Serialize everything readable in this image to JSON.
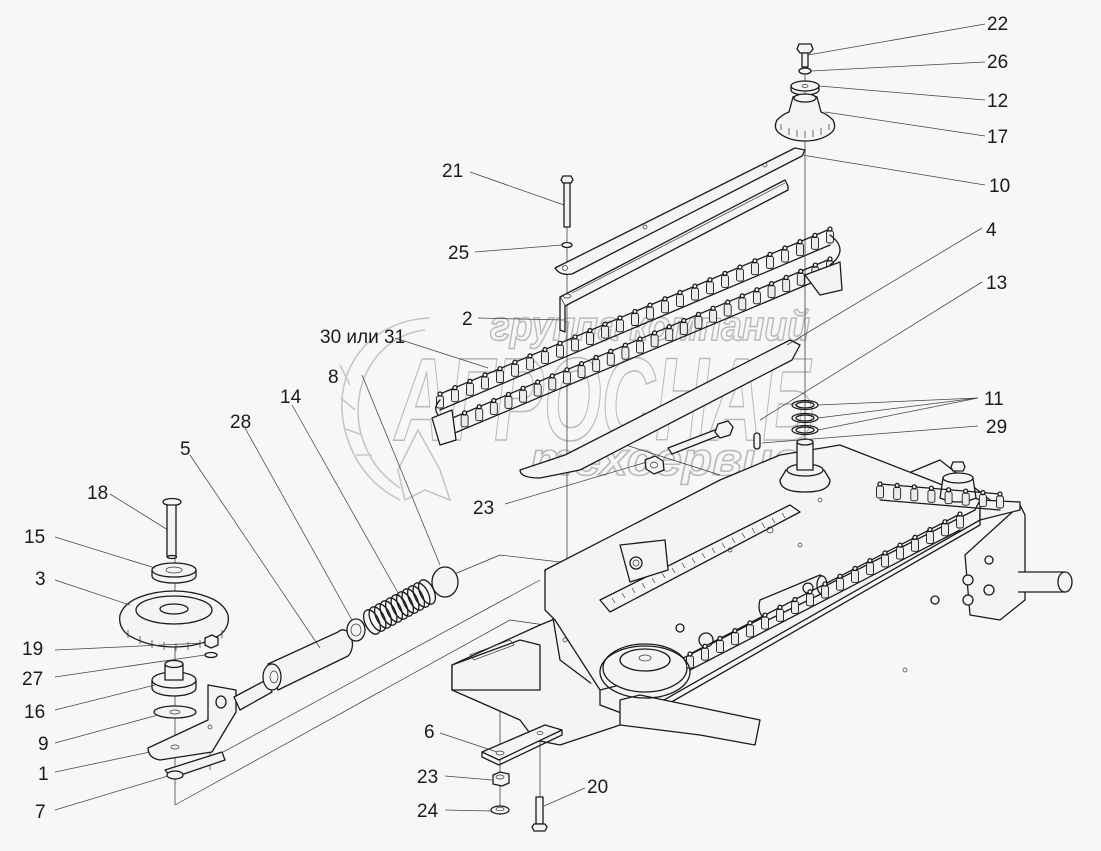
{
  "diagram": {
    "type": "exploded-assembly-drawing",
    "subject": "chain conveyor assembly",
    "background_color": "#f7f8f6",
    "line_color": "#1a1a1a"
  },
  "watermark": {
    "line1": "группа компаний",
    "line2": "АГРОСНАБ",
    "line3": "техсервис",
    "color": "#b8bcb8"
  },
  "callouts": [
    {
      "id": "c22",
      "label": "22"
    },
    {
      "id": "c26",
      "label": "26"
    },
    {
      "id": "c12",
      "label": "12"
    },
    {
      "id": "c17",
      "label": "17"
    },
    {
      "id": "c10",
      "label": "10"
    },
    {
      "id": "c21",
      "label": "21"
    },
    {
      "id": "c25",
      "label": "25"
    },
    {
      "id": "c4",
      "label": "4"
    },
    {
      "id": "c13",
      "label": "13"
    },
    {
      "id": "c2",
      "label": "2"
    },
    {
      "id": "c30",
      "label": "30 или 31"
    },
    {
      "id": "c8",
      "label": "8"
    },
    {
      "id": "c11",
      "label": "11"
    },
    {
      "id": "c29",
      "label": "29"
    },
    {
      "id": "c14",
      "label": "14"
    },
    {
      "id": "c28",
      "label": "28"
    },
    {
      "id": "c5",
      "label": "5"
    },
    {
      "id": "c23a",
      "label": "23"
    },
    {
      "id": "c18",
      "label": "18"
    },
    {
      "id": "c15",
      "label": "15"
    },
    {
      "id": "c3",
      "label": "3"
    },
    {
      "id": "c19",
      "label": "19"
    },
    {
      "id": "c27",
      "label": "27"
    },
    {
      "id": "c16",
      "label": "16"
    },
    {
      "id": "c9",
      "label": "9"
    },
    {
      "id": "c1",
      "label": "1"
    },
    {
      "id": "c7",
      "label": "7"
    },
    {
      "id": "c6",
      "label": "6"
    },
    {
      "id": "c23b",
      "label": "23"
    },
    {
      "id": "c24",
      "label": "24"
    },
    {
      "id": "c20",
      "label": "20"
    }
  ]
}
